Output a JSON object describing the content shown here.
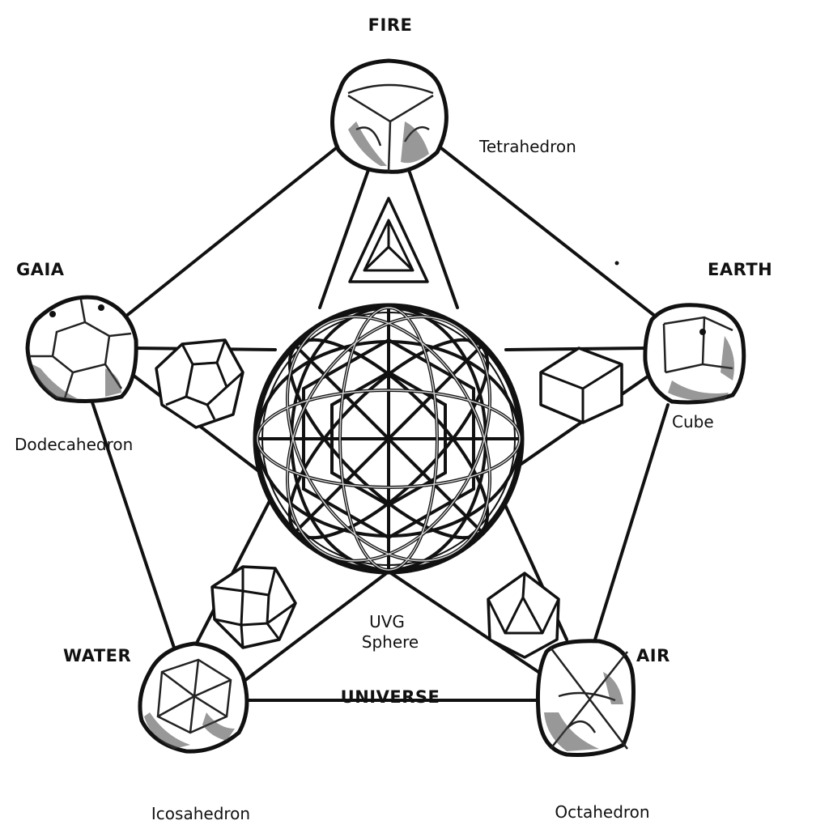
{
  "title": "",
  "elements": {
    "fire": "FIRE",
    "earth": "EARTH",
    "air": "AIR",
    "water": "WATER",
    "gaia": "GAIA"
  },
  "solids": {
    "tetrahedron": "Tetrahedron",
    "cube": "Cube",
    "octahedron": "Octahedron",
    "icosahedron": "Icosahedron",
    "dodecahedron": "Dodecahedron"
  },
  "center": {
    "line1": "UVG",
    "line2": "Sphere",
    "line3": "UNIVERSE"
  },
  "colors": {
    "ink": "#111111",
    "background": "#ffffff"
  }
}
